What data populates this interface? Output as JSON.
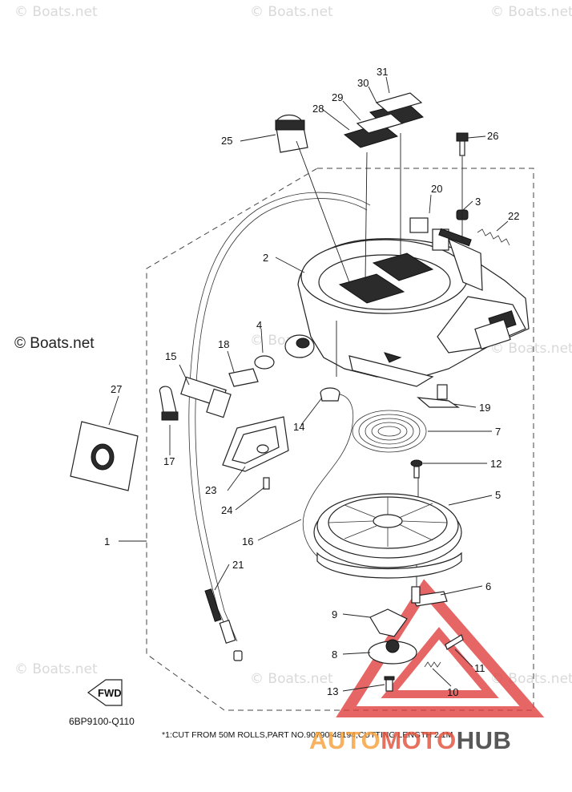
{
  "watermarks": {
    "corner_text": "© Boats.net",
    "left_text": "© Boats.net"
  },
  "callouts": {
    "c1": "1",
    "c2": "2",
    "c3": "3",
    "c4": "4",
    "c5": "5",
    "c6": "6",
    "c7": "7",
    "c8": "8",
    "c9": "9",
    "c10": "10",
    "c11": "11",
    "c12": "12",
    "c13": "13",
    "c14": "14",
    "c15": "15",
    "c16": "16",
    "c17": "17",
    "c18": "18",
    "c19": "19",
    "c20": "20",
    "c21": "21",
    "c22": "22",
    "c23": "23",
    "c24": "24",
    "c25": "25",
    "c26": "26",
    "c27": "27",
    "c28": "28",
    "c29": "29",
    "c30": "30",
    "c31": "31"
  },
  "arrow_label": "FWD",
  "diagram_code": "6BP9100-Q110",
  "footnote": "*1:CUT FROM 50M ROLLS,PART NO.90790-48194,CUTTING LENGTH 2.1M",
  "logo": {
    "part1": "AUTO",
    "part2": "MOTO",
    "part3": "HUB"
  },
  "colors": {
    "logo_orange": "#f5a03c",
    "logo_red": "#e2503a",
    "logo_gray": "#464646",
    "triangle": "#e04040"
  }
}
